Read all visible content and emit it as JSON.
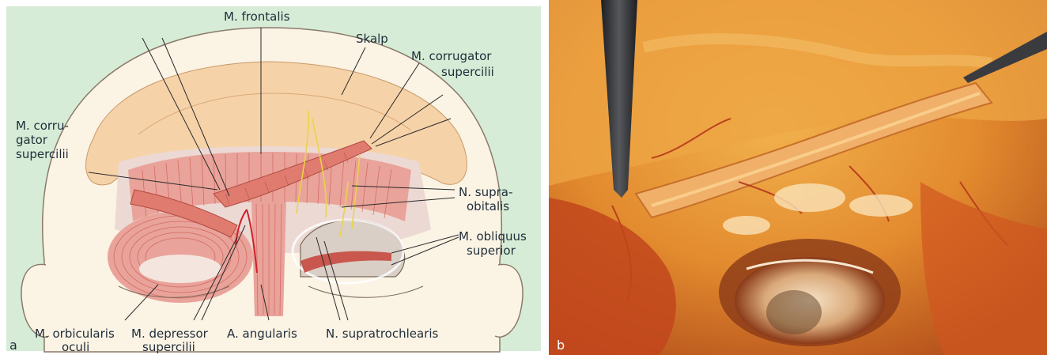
{
  "panel_a": {
    "letter": "a",
    "labels": {
      "frontalis": "M. frontalis",
      "skalp": "Skalp",
      "corrugator_right_l1": "M. corrugator",
      "corrugator_right_l2": "supercilii",
      "corrugator_left_l1": "M. corru-",
      "corrugator_left_l2": "gator",
      "corrugator_left_l3": "supercilii",
      "supraorbitalis_l1": "N. supra-",
      "supraorbitalis_l2": "obitalis",
      "obliquus_l1": "M. obliquus",
      "obliquus_l2": "superior",
      "orbicularis_l1": "M. orbicularis",
      "orbicularis_l2": "oculi",
      "depressor_l1": "M. depressor",
      "depressor_l2": "supercilii",
      "angularis": "A. angularis",
      "supratrochlearis": "N. supratrochlearis"
    },
    "colors": {
      "background": "#d6ecd6",
      "skin": "#f6d2a8",
      "muscle": "#e9a39a",
      "muscle_dark": "#c9574e",
      "nerve": "#e8d44a",
      "artery": "#d0202a"
    }
  },
  "panel_b": {
    "letter": "b",
    "colors": {
      "tissue": "#e28a2e",
      "deep": "#a8401a",
      "instrument": "#2e2f33"
    }
  }
}
